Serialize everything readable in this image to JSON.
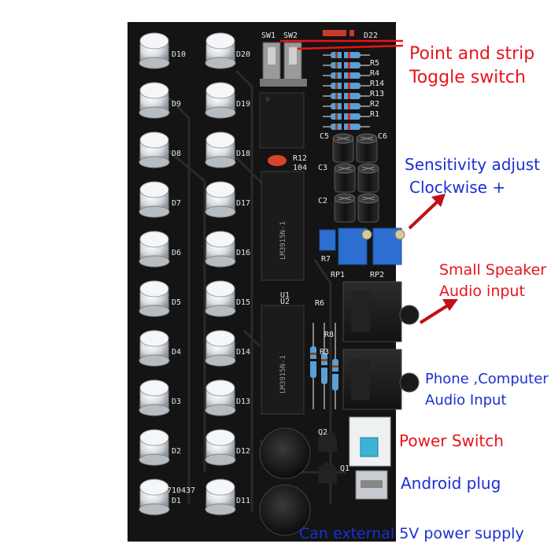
{
  "board": {
    "led_left": [
      "D10",
      "D9",
      "D8",
      "D7",
      "D6",
      "D5",
      "D4",
      "D3",
      "D2",
      "D1"
    ],
    "led_right": [
      "D20",
      "D19",
      "D18",
      "D17",
      "D16",
      "D15",
      "D14",
      "D13",
      "D12",
      "D11"
    ],
    "resistor_labels": [
      "R5",
      "R4",
      "R14",
      "R13",
      "R2",
      "R1"
    ],
    "switch_labels": [
      "SW1",
      "SW2"
    ],
    "diode_label": "D22",
    "cap_labels": [
      "C5",
      "C6",
      "C3",
      "C2"
    ],
    "ic_labels": [
      "U1",
      "U2"
    ],
    "misc_labels": [
      "R12",
      "104",
      "R7",
      "R6",
      "RP1",
      "RP2",
      "R8",
      "R3",
      "Q2",
      "Q1"
    ],
    "board_code": "710437",
    "ic_text": "LM3915N-1"
  },
  "annotations": {
    "toggle_1": "Point and strip",
    "toggle_2": "Toggle switch",
    "sensitivity_1": "Sensitivity adjust",
    "sensitivity_2": "Clockwise +",
    "speaker_1": "Small Speaker",
    "speaker_2": "Audio input",
    "phone_1": "Phone ,Computer",
    "phone_2": "Audio Input",
    "power": "Power Switch",
    "android": "Android plug",
    "external": "Can external 5V power supply"
  },
  "colors": {
    "pcb": "#141414",
    "annotation_red": "#e8141b",
    "annotation_blue": "#1a2fd4",
    "trimmer_blue": "#2d6fd0",
    "switch_cyan": "#3ab3d6",
    "resistor_body": "#5a9fd6"
  }
}
